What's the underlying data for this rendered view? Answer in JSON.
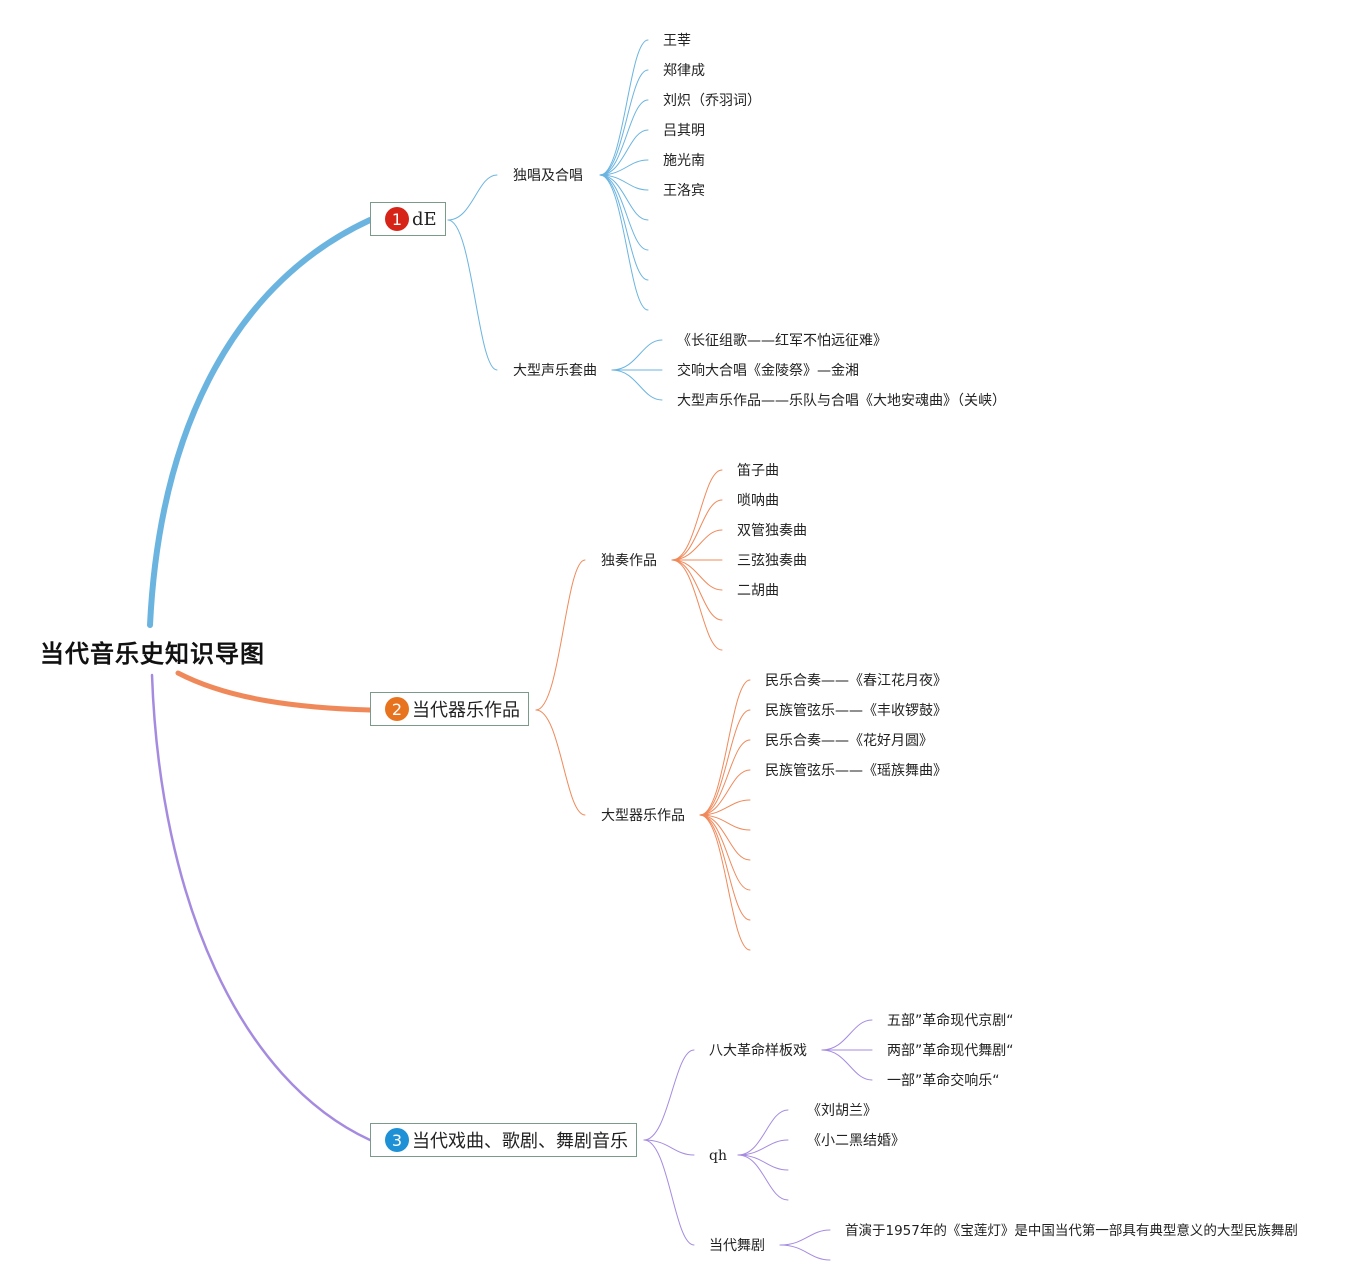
{
  "root": {
    "title": "当代音乐史知识导图"
  },
  "colors": {
    "branch1": "#6bb4e0",
    "branch2": "#f0895a",
    "branch3": "#a58be0",
    "badge1": "#d62518",
    "badge2": "#e8731f",
    "badge3": "#1e90d6"
  },
  "branches": [
    {
      "number": "1",
      "label": "dE",
      "subtopics": [
        {
          "label": "独唱及合唱",
          "leaves": [
            "王莘",
            "郑律成",
            "刘炽（乔羽词）",
            "吕其明",
            "施光南",
            "王洛宾",
            "",
            "",
            "",
            ""
          ]
        },
        {
          "label": "大型声乐套曲",
          "leaves": [
            "《长征组歌——红军不怕远征难》",
            "交响大合唱《金陵祭》—金湘",
            "大型声乐作品——乐队与合唱《大地安魂曲》（关峡）"
          ]
        }
      ]
    },
    {
      "number": "2",
      "label": "当代器乐作品",
      "subtopics": [
        {
          "label": "独奏作品",
          "leaves": [
            "笛子曲",
            "唢呐曲",
            "双管独奏曲",
            "三弦独奏曲",
            "二胡曲",
            "",
            ""
          ]
        },
        {
          "label": "大型器乐作品",
          "leaves": [
            "民乐合奏——《春江花月夜》",
            "民族管弦乐——《丰收锣鼓》",
            "民乐合奏——《花好月圆》",
            "民族管弦乐——《瑶族舞曲》",
            "",
            "",
            "",
            "",
            "",
            ""
          ]
        }
      ]
    },
    {
      "number": "3",
      "label": "当代戏曲、歌剧、舞剧音乐",
      "subtopics": [
        {
          "label": "八大革命样板戏",
          "leaves": [
            "五部”革命现代京剧“",
            "两部”革命现代舞剧“",
            "一部”革命交响乐“"
          ]
        },
        {
          "label": "qh",
          "leaves": [
            "《刘胡兰》",
            "《小二黑结婚》",
            "",
            ""
          ]
        },
        {
          "label": "当代舞剧",
          "leaves": [
            "首演于1957年的《宝莲灯》是中国当代第一部具有典型意义的大型民族舞剧",
            ""
          ]
        }
      ]
    }
  ]
}
